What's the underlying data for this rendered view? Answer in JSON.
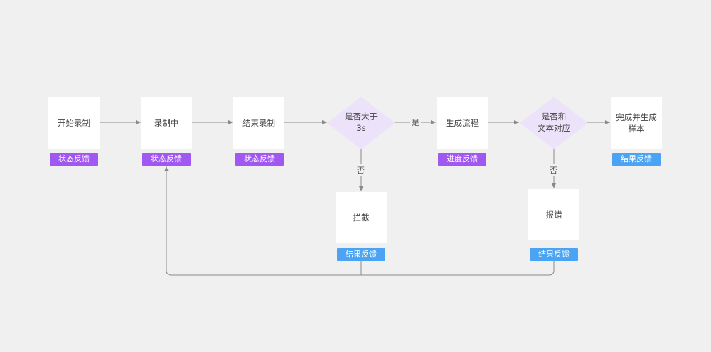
{
  "colors": {
    "background": "#f0f0f0",
    "status_tag": "#a157f2",
    "result_tag": "#4aa3f3",
    "diamond": "#ece3fb",
    "line": "#8a8a8a"
  },
  "nodes": {
    "start": "开始录制",
    "recording": "录制中",
    "end_recording": "结束录制",
    "decision_3s": "是否大于\n3s",
    "generate_flow": "生成流程",
    "decision_match": "是否和\n文本对应",
    "complete": "完成并生成\n样本",
    "intercept": "拦截",
    "error": "报错"
  },
  "tags": {
    "start": "状态反馈",
    "recording": "状态反馈",
    "end_recording": "状态反馈",
    "generate_flow": "进度反馈",
    "complete": "结果反馈",
    "intercept": "结果反馈",
    "error": "结果反馈"
  },
  "edge_labels": {
    "yes": "是",
    "no_1": "否",
    "no_2": "否"
  }
}
